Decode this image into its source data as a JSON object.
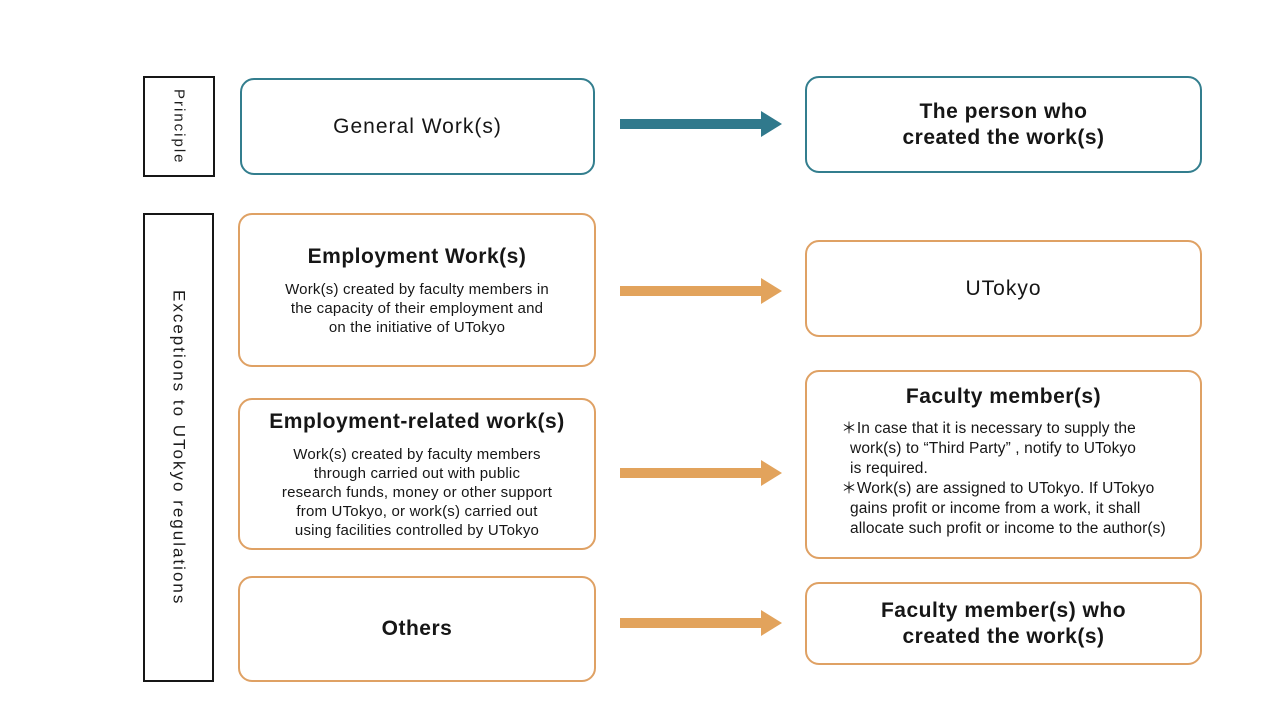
{
  "colors": {
    "teal": "#337E8E",
    "orange": "#DFA164",
    "arrow_orange": "#E2A35C",
    "background": "#FFFFFF",
    "text": "#161616"
  },
  "left_labels": {
    "principle": "Principle",
    "exceptions": "Exceptions to UTokyo regulations"
  },
  "middle": {
    "general": {
      "title": "General Work(s)"
    },
    "employment": {
      "title": "Employment Work(s)",
      "description": "Work(s) created by faculty members in\nthe capacity of their employment and\non the initiative of UTokyo"
    },
    "employment_related": {
      "title": "Employment-related work(s)",
      "description": "Work(s) created by faculty members\nthrough carried out with public\nresearch funds, money or other support\nfrom UTokyo, or work(s) carried out\nusing facilities controlled by UTokyo"
    },
    "others": {
      "title": "Others"
    }
  },
  "right": {
    "person": {
      "title": "The person who\ncreated the work(s)"
    },
    "utokyo": {
      "title": "UTokyo"
    },
    "faculty": {
      "title": "Faculty member(s)",
      "bullets": "＊In case that it is necessary to supply the\n  work(s) to “Third Party” , notify to UTokyo\n  is required.\n＊Work(s) are assigned to UTokyo. If UTokyo\n  gains profit or income from a work, it shall\n  allocate such profit or income to the author(s)"
    },
    "faculty_who": {
      "title": "Faculty member(s) who\ncreated the work(s)"
    }
  }
}
